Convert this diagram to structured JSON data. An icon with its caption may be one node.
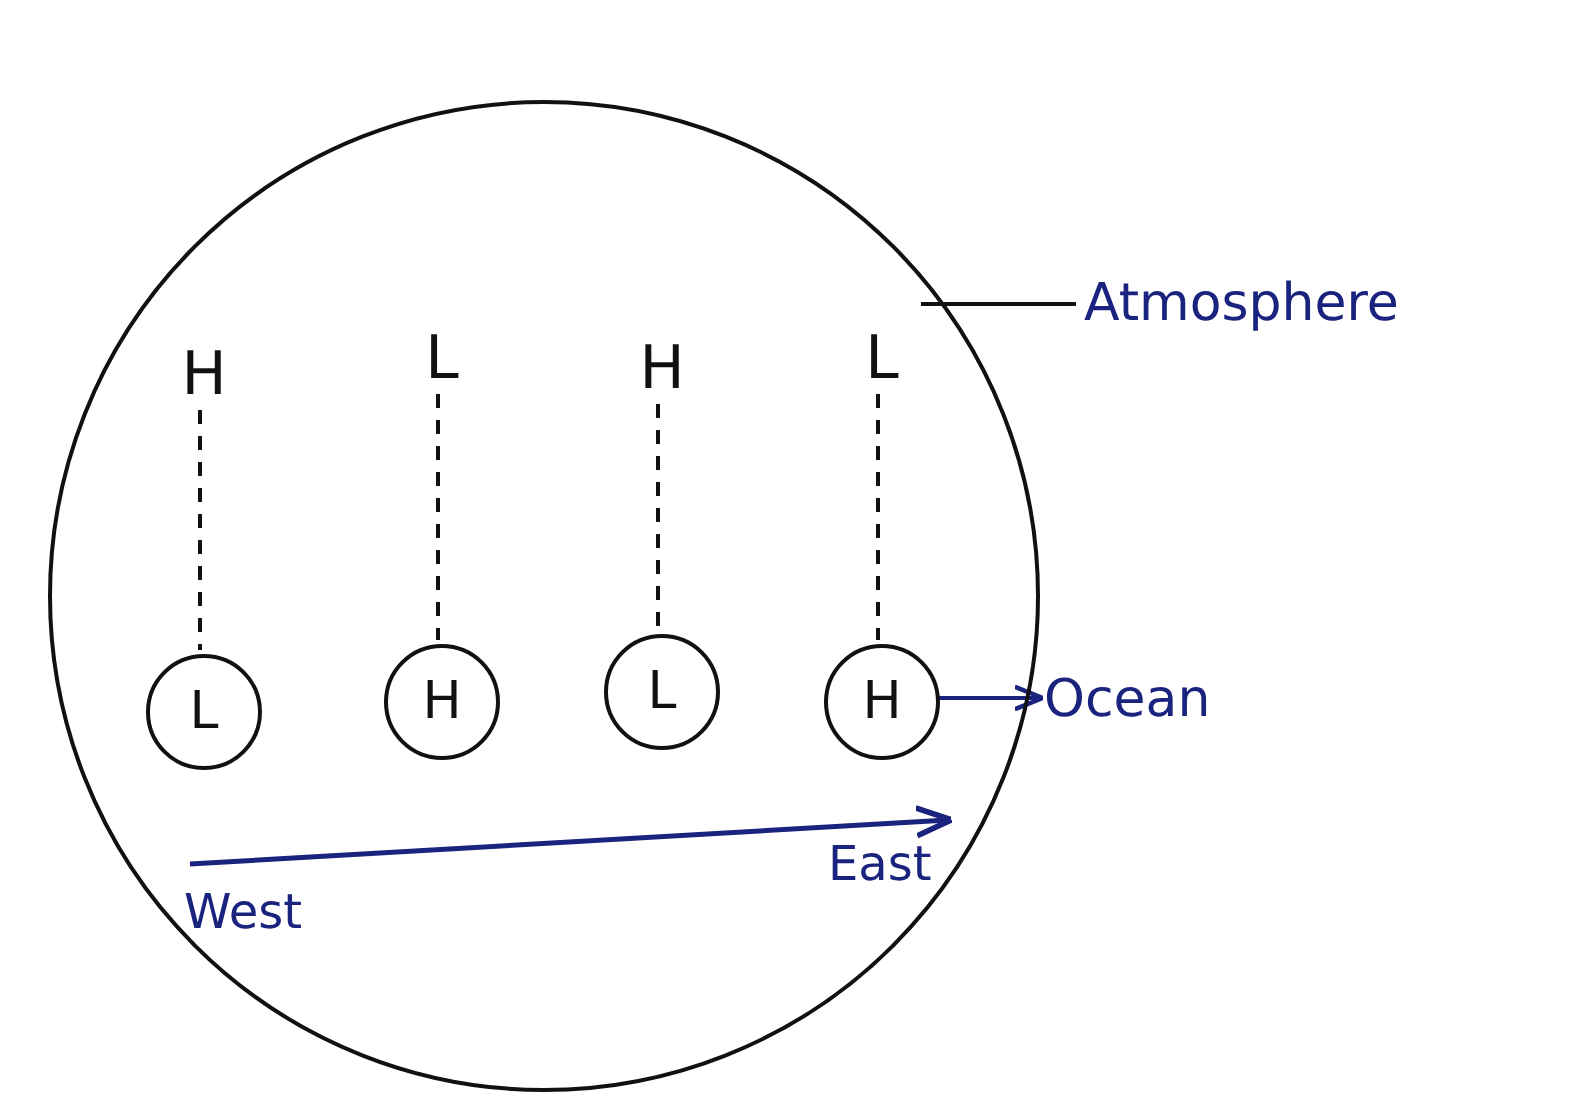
{
  "diagram": {
    "nodes": [
      {
        "text": [],
        "shape": "circle"
      },
      {
        "text": [
          "H"
        ],
        "in": 0
      },
      {
        "text": [
          "L"
        ],
        "in": 0
      },
      {
        "text": [
          "H"
        ],
        "in": 0
      },
      {
        "text": [
          "L"
        ],
        "in": 0
      },
      {
        "text": [
          "L"
        ],
        "in": 0
      },
      {
        "text": [
          "H"
        ],
        "in": 0
      },
      {
        "text": [
          "L"
        ],
        "in": 0
      },
      {
        "text": [
          "H"
        ],
        "in": 0
      },
      {
        "text": [
          "Atmosphere"
        ]
      },
      {
        "text": [
          "Ocean"
        ]
      }
    ],
    "edges": [
      {
        "from": 1,
        "to": 5,
        "arrow": "none",
        "style": "dashed"
      },
      {
        "from": 2,
        "to": 6,
        "arrow": "none",
        "style": "dashed"
      },
      {
        "from": 3,
        "to": 7,
        "arrow": "none",
        "style": "dashed"
      },
      {
        "from": 4,
        "to": 8,
        "arrow": "none",
        "style": "dashed"
      },
      {
        "from": 9,
        "to": 0,
        "arrow": "none"
      },
      {
        "from": 8,
        "to": 10,
        "arrow": "to",
        "color": "#1a237e"
      }
    ],
    "labels": [
      "West",
      "East"
    ]
  }
}
